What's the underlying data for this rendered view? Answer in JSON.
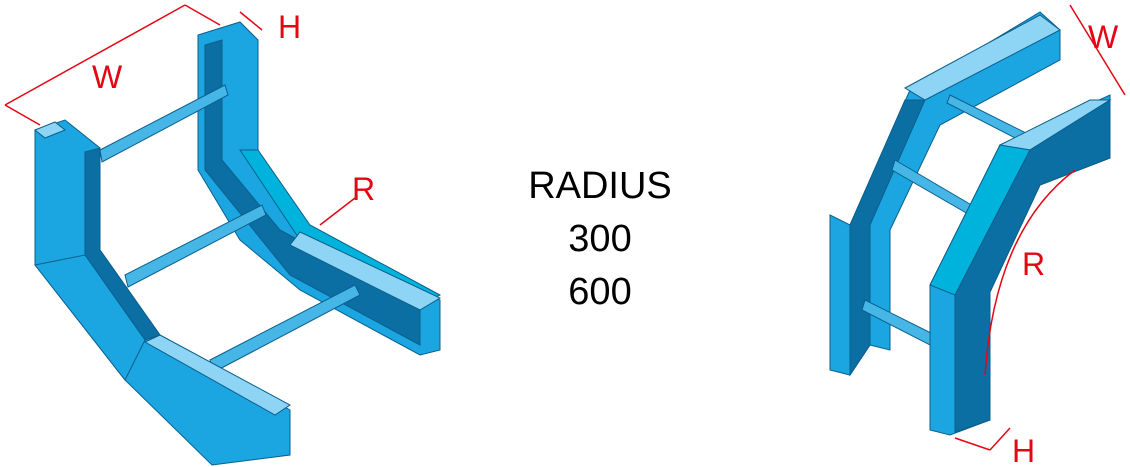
{
  "left_bend": {
    "width_label": "W",
    "height_label": "H",
    "radius_label": "R"
  },
  "caption": {
    "title": "RADIUS",
    "values": [
      "300",
      "600"
    ]
  },
  "right_bend": {
    "width_label": "W",
    "height_label": "H",
    "radius_label": "R"
  },
  "colors": {
    "main": "#1ba6e2",
    "dark": "#0b6fa3",
    "light": "#8dd4f5",
    "accent": "#00b3dc",
    "dimension": "#e30613"
  }
}
